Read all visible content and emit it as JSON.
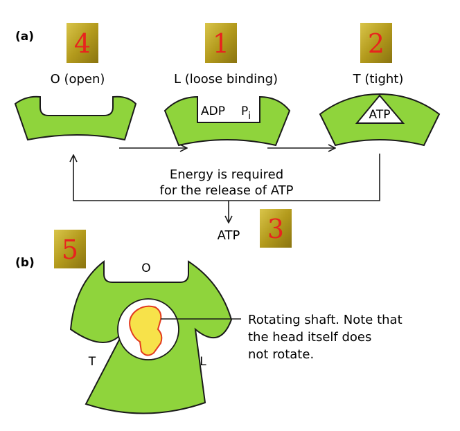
{
  "panel_a_label": "(a)",
  "panel_b_label": "(b)",
  "badges": {
    "open": "4",
    "loose": "1",
    "tight": "2",
    "release": "3",
    "rotor": "5"
  },
  "states": {
    "open": "O (open)",
    "loose": "L (loose binding)",
    "tight": "T (tight)"
  },
  "loose_site": {
    "adp": "ADP",
    "pi_base": "P",
    "pi_sub": "i"
  },
  "tight_site": "ATP",
  "energy_line1": "Energy is required",
  "energy_line2": "for the release of ATP",
  "released_product": "ATP",
  "rotor_labels": {
    "o": "O",
    "t": "T",
    "l": "L"
  },
  "shaft_note": [
    "Rotating shaft. Note that",
    "the head itself does",
    "not rotate."
  ],
  "colors": {
    "subunit_fill": "#8fd43c",
    "outline": "#1a1a1a",
    "badge_fill": "#b8a020",
    "badge_text": "#e8231e",
    "shaft_fill": "#f7e24a",
    "shaft_outline": "#e23a1e"
  }
}
